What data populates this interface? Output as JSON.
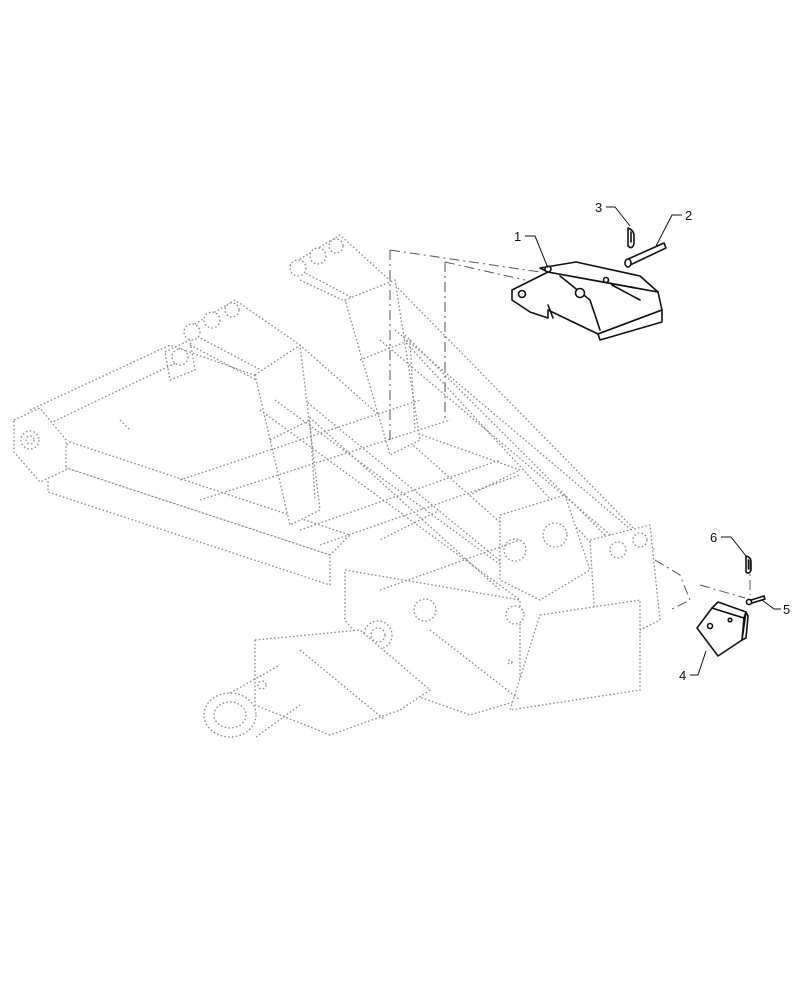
{
  "callouts": [
    {
      "id": 1,
      "text": "1"
    },
    {
      "id": 2,
      "text": "2"
    },
    {
      "id": 3,
      "text": "3"
    },
    {
      "id": 4,
      "text": "4"
    },
    {
      "id": 5,
      "text": "5"
    },
    {
      "id": 6,
      "text": "6"
    }
  ],
  "colors": {
    "part_outline": "#111111",
    "ghost_outline": "#8a8a8a",
    "background": "#ffffff"
  }
}
